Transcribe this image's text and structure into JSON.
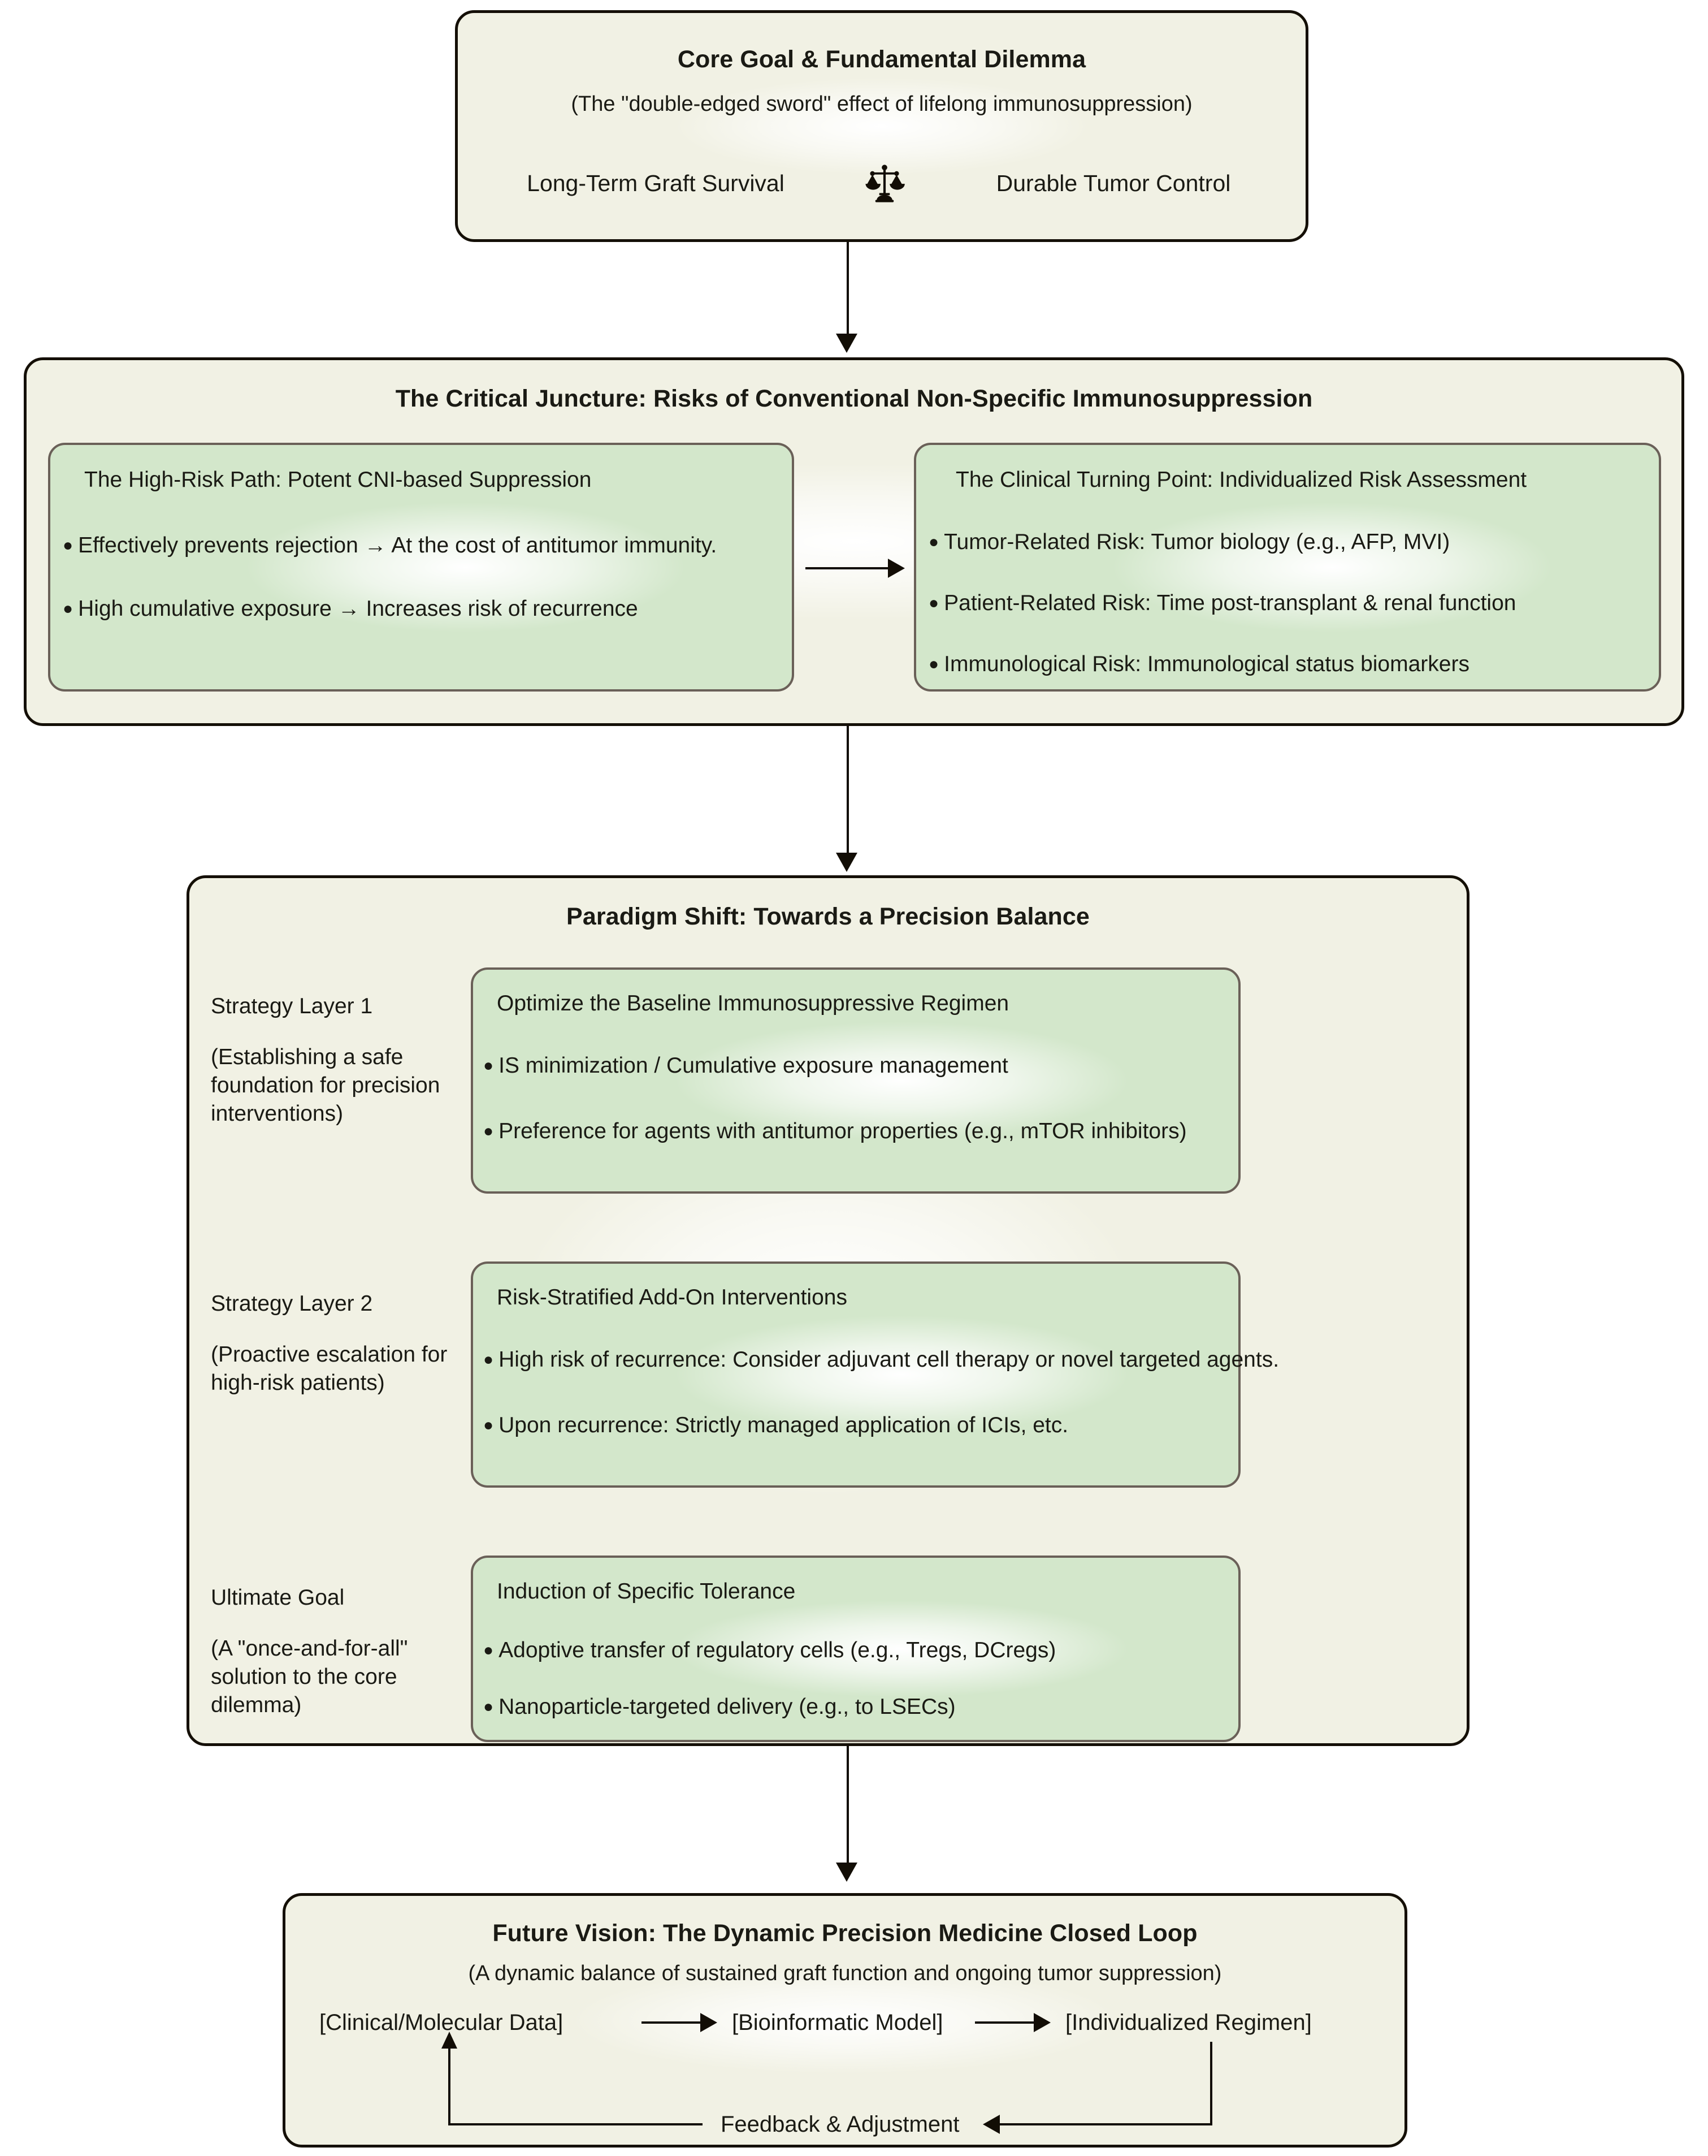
{
  "diagram": {
    "core_goal": {
      "title": "Core Goal & Fundamental Dilemma",
      "subtitle": "(The \"double-edged sword\" effect of lifelong immunosuppression)",
      "left_item": "Long-Term Graft Survival",
      "right_item": "Durable Tumor Control",
      "icon": "balance-scales-icon"
    },
    "critical_juncture": {
      "title": "The Critical Juncture: Risks of Conventional Non-Specific Immunosuppression",
      "left_panel": {
        "heading": "The High-Risk Path: Potent CNI-based Suppression",
        "bullets": [
          "Effectively prevents rejection → At the cost of antitumor immunity.",
          "High cumulative exposure → Increases risk of recurrence"
        ]
      },
      "right_panel": {
        "heading": "The Clinical Turning Point: Individualized Risk Assessment",
        "bullets": [
          "Tumor-Related Risk: Tumor biology (e.g., AFP, MVI)",
          "Patient-Related Risk: Time post-transplant & renal function",
          "Immunological Risk: Immunological status biomarkers"
        ]
      }
    },
    "paradigm_shift": {
      "title": "Paradigm Shift: Towards a Precision Balance",
      "rows": [
        {
          "label": "Strategy Layer 1",
          "note": "(Establishing a safe foundation for precision interventions)",
          "heading": "Optimize the Baseline Immunosuppressive Regimen",
          "bullets": [
            "IS minimization / Cumulative exposure  management",
            "Preference for agents with antitumor properties (e.g., mTOR inhibitors)"
          ]
        },
        {
          "label": "Strategy Layer 2",
          "note": "(Proactive escalation for high-risk patients)",
          "heading": "Risk-Stratified Add-On Interventions",
          "bullets": [
            "High risk of recurrence: Consider adjuvant cell therapy or novel targeted agents.",
            "Upon recurrence: Strictly managed application of ICIs, etc."
          ]
        },
        {
          "label": "Ultimate Goal",
          "note": "(A \"once-and-for-all\" solution to the core dilemma)",
          "heading": "Induction of Specific Tolerance",
          "bullets": [
            "Adoptive transfer of regulatory cells (e.g., Tregs, DCregs)",
            "Nanoparticle-targeted delivery (e.g., to LSECs)"
          ]
        }
      ]
    },
    "future_vision": {
      "title": "Future Vision: The Dynamic Precision Medicine Closed Loop",
      "subtitle": "(A dynamic balance of sustained graft function and ongoing tumor suppression)",
      "loop_nodes": [
        "[Clinical/Molecular Data]",
        "[Bioinformatic Model]",
        "[Individualized Regimen]"
      ],
      "feedback_label": "Feedback & Adjustment"
    },
    "colors": {
      "canvas": "#ffffff",
      "container_fill": "#f1f1e4",
      "container_border": "#140f06",
      "panel_fill": "#d3e7cb",
      "panel_border": "#6a6058",
      "text": "#1a1a14",
      "connector": "#120d05"
    }
  }
}
